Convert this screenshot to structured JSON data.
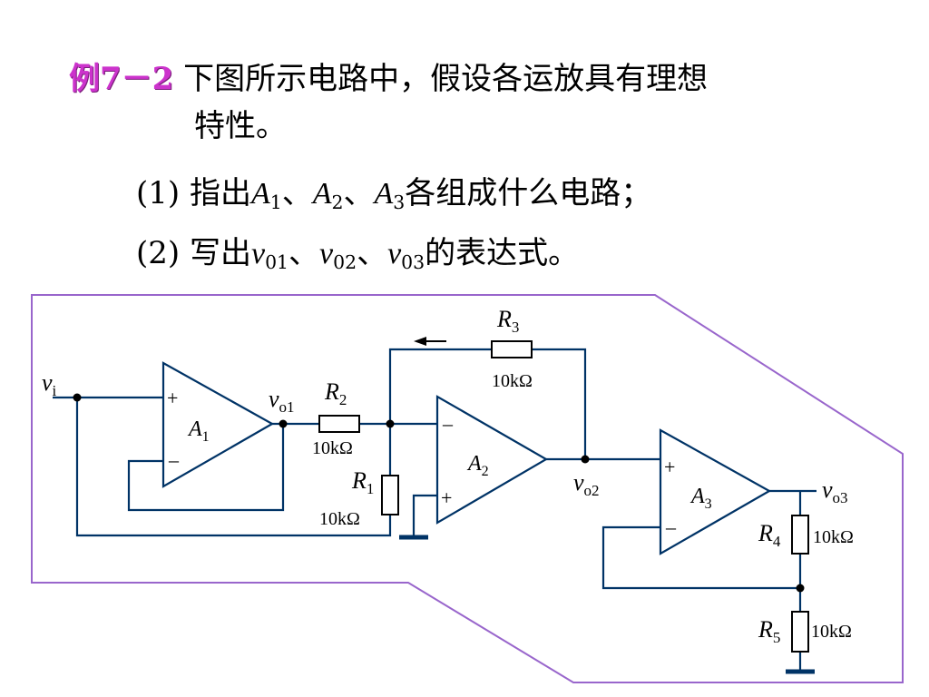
{
  "problem": {
    "tag": "例7－2",
    "statement_line1": "下图所示电路中，假设各运放具有理想",
    "statement_line2": "特性。",
    "q1": {
      "prefix": "(1) 指出",
      "a1": "A",
      "a1_sub": "1",
      "sep1": "、",
      "a2": "A",
      "a2_sub": "2",
      "sep2": "、",
      "a3": "A",
      "a3_sub": "3",
      "suffix": "各组成什么电路；"
    },
    "q2": {
      "prefix": "(2) 写出",
      "v1": "v",
      "v1_sub": "01",
      "sep1": "、",
      "v2": "v",
      "v2_sub": "02",
      "sep2": "、",
      "v3": "v",
      "v3_sub": "03",
      "suffix": "的表达式。"
    }
  },
  "circuit": {
    "border_color": "#9966cc",
    "wire_color": "#003366",
    "input": {
      "name": "v",
      "sub": "i"
    },
    "opamps": [
      {
        "name": "A",
        "sub": "1",
        "plus": "+",
        "minus": "–"
      },
      {
        "name": "A",
        "sub": "2",
        "plus": "+",
        "minus": "–"
      },
      {
        "name": "A",
        "sub": "3",
        "plus": "+",
        "minus": "–"
      }
    ],
    "nodes": [
      {
        "name": "v",
        "sub": "o1"
      },
      {
        "name": "v",
        "sub": "o2"
      },
      {
        "name": "v",
        "sub": "o3"
      }
    ],
    "resistors": [
      {
        "name": "R",
        "sub": "1",
        "value": "10kΩ"
      },
      {
        "name": "R",
        "sub": "2",
        "value": "10kΩ"
      },
      {
        "name": "R",
        "sub": "3",
        "value": "10kΩ"
      },
      {
        "name": "R",
        "sub": "4",
        "value": "10kΩ"
      },
      {
        "name": "R",
        "sub": "5",
        "value": "10kΩ"
      }
    ]
  }
}
